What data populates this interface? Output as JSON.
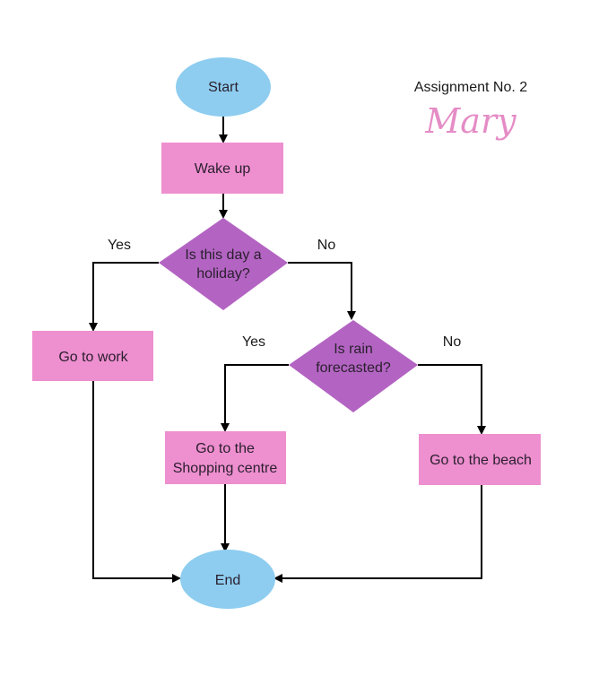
{
  "header": {
    "assignment_label": "Assignment No. 2",
    "signature": "Mary"
  },
  "colors": {
    "terminal": "#8ecdf0",
    "process": "#ee8fcf",
    "decision": "#b364c2",
    "line": "#000000"
  },
  "nodes": {
    "start": {
      "shape": "terminal",
      "lines": [
        "Start"
      ]
    },
    "wake_up": {
      "shape": "process",
      "lines": [
        "Wake up"
      ]
    },
    "holiday": {
      "shape": "decision",
      "lines": [
        "Is this day a",
        "holiday?"
      ]
    },
    "work": {
      "shape": "process",
      "lines": [
        "Go to work"
      ]
    },
    "rain": {
      "shape": "decision",
      "lines": [
        "Is rain",
        "forecasted?"
      ]
    },
    "shopping": {
      "shape": "process",
      "lines": [
        "Go to the",
        "Shopping centre"
      ]
    },
    "beach": {
      "shape": "process",
      "lines": [
        "Go to the beach"
      ]
    },
    "end": {
      "shape": "terminal",
      "lines": [
        "End"
      ]
    }
  },
  "edges": {
    "start_to_wake": {
      "from": "start",
      "to": "wake_up",
      "label": ""
    },
    "wake_to_holiday": {
      "from": "wake_up",
      "to": "holiday",
      "label": ""
    },
    "holiday_yes": {
      "from": "holiday",
      "to": "work",
      "label": "Yes"
    },
    "holiday_no": {
      "from": "holiday",
      "to": "rain",
      "label": "No"
    },
    "rain_yes": {
      "from": "rain",
      "to": "shopping",
      "label": "Yes"
    },
    "rain_no": {
      "from": "rain",
      "to": "beach",
      "label": "No"
    },
    "work_to_end": {
      "from": "work",
      "to": "end",
      "label": ""
    },
    "shopping_to_end": {
      "from": "shopping",
      "to": "end",
      "label": ""
    },
    "beach_to_end": {
      "from": "beach",
      "to": "end",
      "label": ""
    }
  }
}
